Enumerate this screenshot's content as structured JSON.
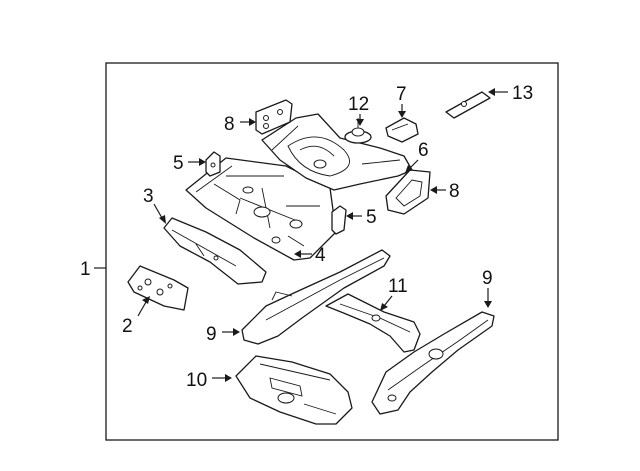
{
  "diagram": {
    "assembly_label": "1",
    "callouts": {
      "c2": "2",
      "c3": "3",
      "c4": "4",
      "c5a": "5",
      "c5b": "5",
      "c6": "6",
      "c7": "7",
      "c8a": "8",
      "c8b": "8",
      "c9a": "9",
      "c9b": "9",
      "c10": "10",
      "c11": "11",
      "c12": "12",
      "c13": "13"
    }
  }
}
